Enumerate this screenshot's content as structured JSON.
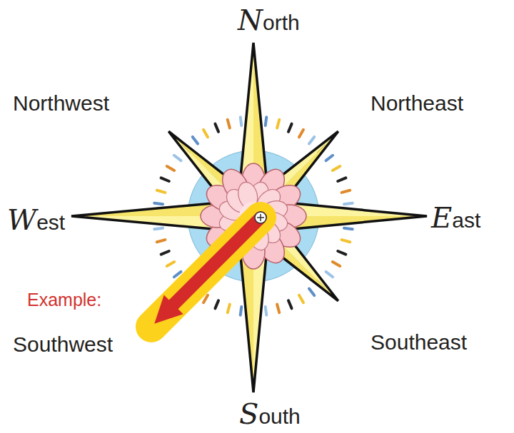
{
  "diagram": {
    "labels": [
      "North",
      "Northwest",
      "Northeast",
      "West",
      "East",
      "Example:",
      "Southwest",
      "Southeast",
      "South"
    ]
  }
}
